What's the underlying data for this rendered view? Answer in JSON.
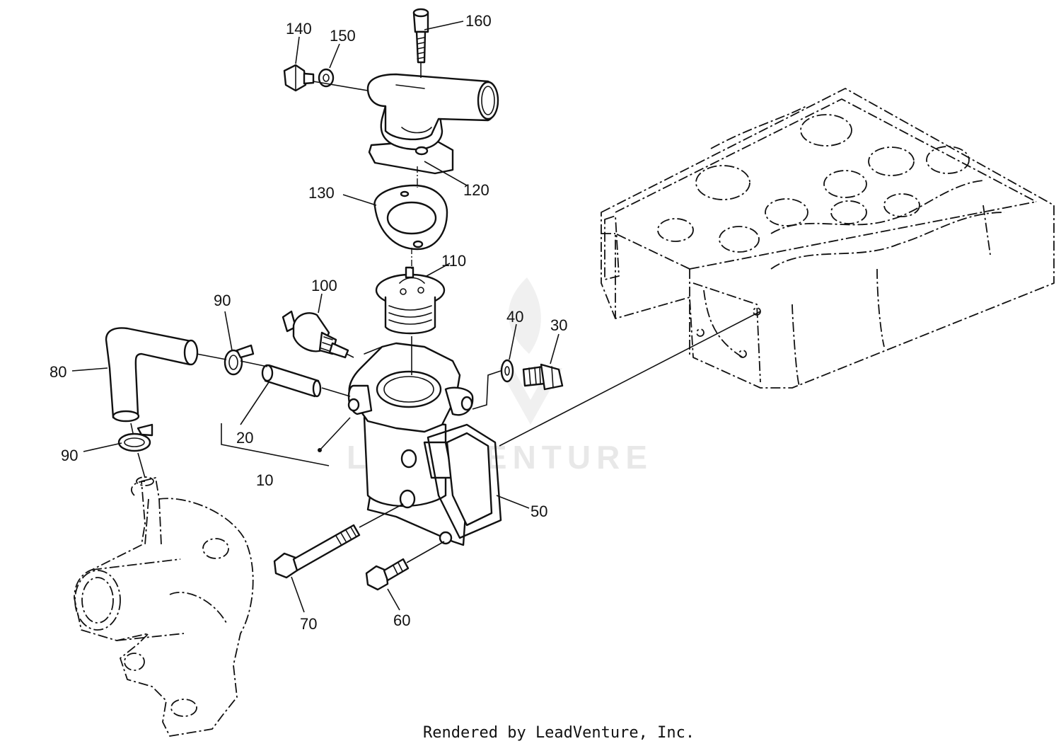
{
  "diagram": {
    "watermark": "LEADVENTURE",
    "credit": "Rendered by LeadVenture, Inc.",
    "callouts": [
      {
        "id": "160",
        "label": "160"
      },
      {
        "id": "140",
        "label": "140"
      },
      {
        "id": "150",
        "label": "150"
      },
      {
        "id": "120",
        "label": "120"
      },
      {
        "id": "130",
        "label": "130"
      },
      {
        "id": "110",
        "label": "110"
      },
      {
        "id": "100",
        "label": "100"
      },
      {
        "id": "90a",
        "label": "90"
      },
      {
        "id": "80",
        "label": "80"
      },
      {
        "id": "20",
        "label": "20"
      },
      {
        "id": "10",
        "label": "10"
      },
      {
        "id": "90b",
        "label": "90"
      },
      {
        "id": "40",
        "label": "40"
      },
      {
        "id": "30",
        "label": "30"
      },
      {
        "id": "50",
        "label": "50"
      },
      {
        "id": "70",
        "label": "70"
      },
      {
        "id": "60",
        "label": "60"
      }
    ]
  }
}
